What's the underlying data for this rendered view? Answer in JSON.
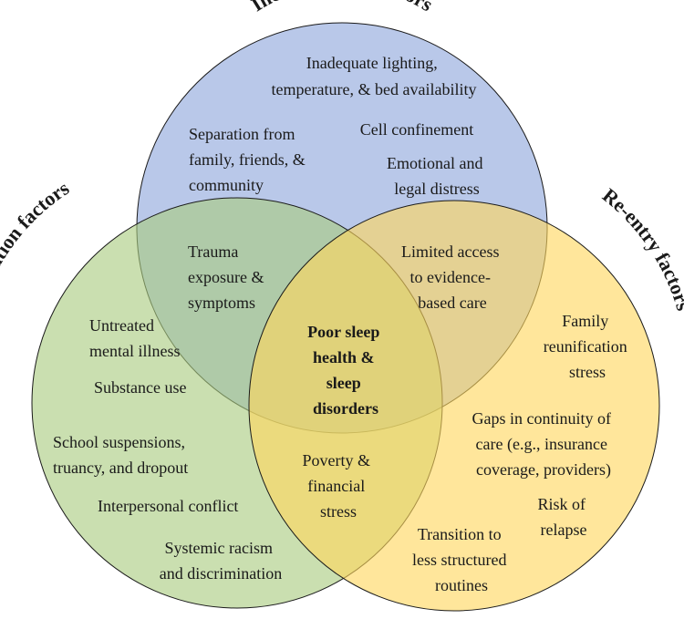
{
  "titles": {
    "incarceration": "Incarceration factors",
    "pre": "Pre-incarceration factors",
    "reentry": "Re-entry factors"
  },
  "colors": {
    "incarceration": "#8EA6DC",
    "pre": "#A9CC7F",
    "reentry": "#FFD75E",
    "outline": "#1a1a1a"
  },
  "incarceration_items": [
    [
      "Inadequate lighting,",
      "temperature, & bed availability"
    ],
    [
      "Separation from",
      "family, friends, &",
      "community"
    ],
    [
      "Cell confinement"
    ],
    [
      "Emotional and",
      "legal distress"
    ]
  ],
  "pre_incarceration_items": [
    [
      "Untreated",
      "mental illness"
    ],
    [
      "Substance use"
    ],
    [
      "School suspensions,",
      "truancy, and dropout"
    ],
    [
      "Interpersonal conflict"
    ],
    [
      "Systemic racism",
      "and discrimination"
    ]
  ],
  "reentry_items": [
    [
      "Family",
      "reunification",
      "stress"
    ],
    [
      "Gaps in continuity of",
      "care (e.g., insurance",
      "coverage, providers)"
    ],
    [
      "Risk of",
      "relapse"
    ],
    [
      "Transition to",
      "less structured",
      "routines"
    ]
  ],
  "overlaps": {
    "incarceration_pre": [
      "Trauma",
      "exposure &",
      "symptoms"
    ],
    "incarceration_reentry": [
      "Limited access",
      "to evidence-",
      "based care"
    ],
    "pre_reentry": [
      "Poverty &",
      "financial",
      "stress"
    ],
    "center": [
      "Poor sleep",
      "health &",
      "sleep",
      "disorders"
    ]
  }
}
